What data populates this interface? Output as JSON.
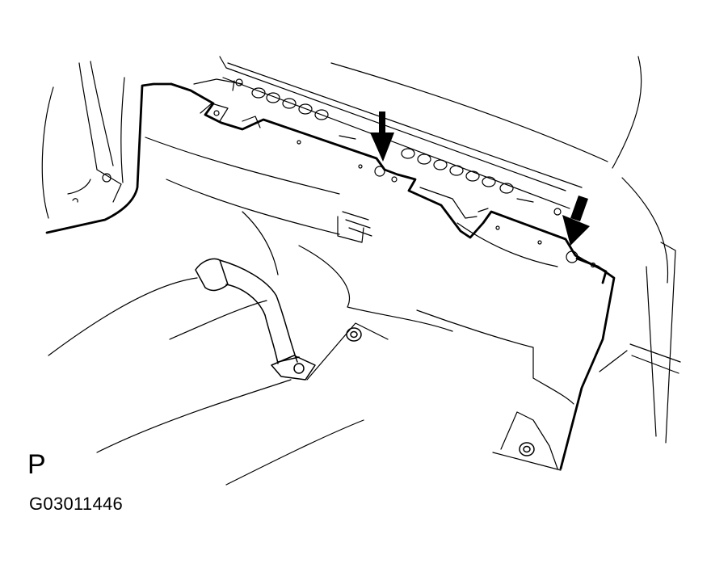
{
  "figure": {
    "view_letter": "P",
    "figure_code": "G03011446"
  },
  "callouts": [
    {
      "name": "left-fastener-arrow"
    },
    {
      "name": "right-fastener-arrow"
    }
  ],
  "colors": {
    "line": "#000000",
    "background": "#ffffff"
  }
}
